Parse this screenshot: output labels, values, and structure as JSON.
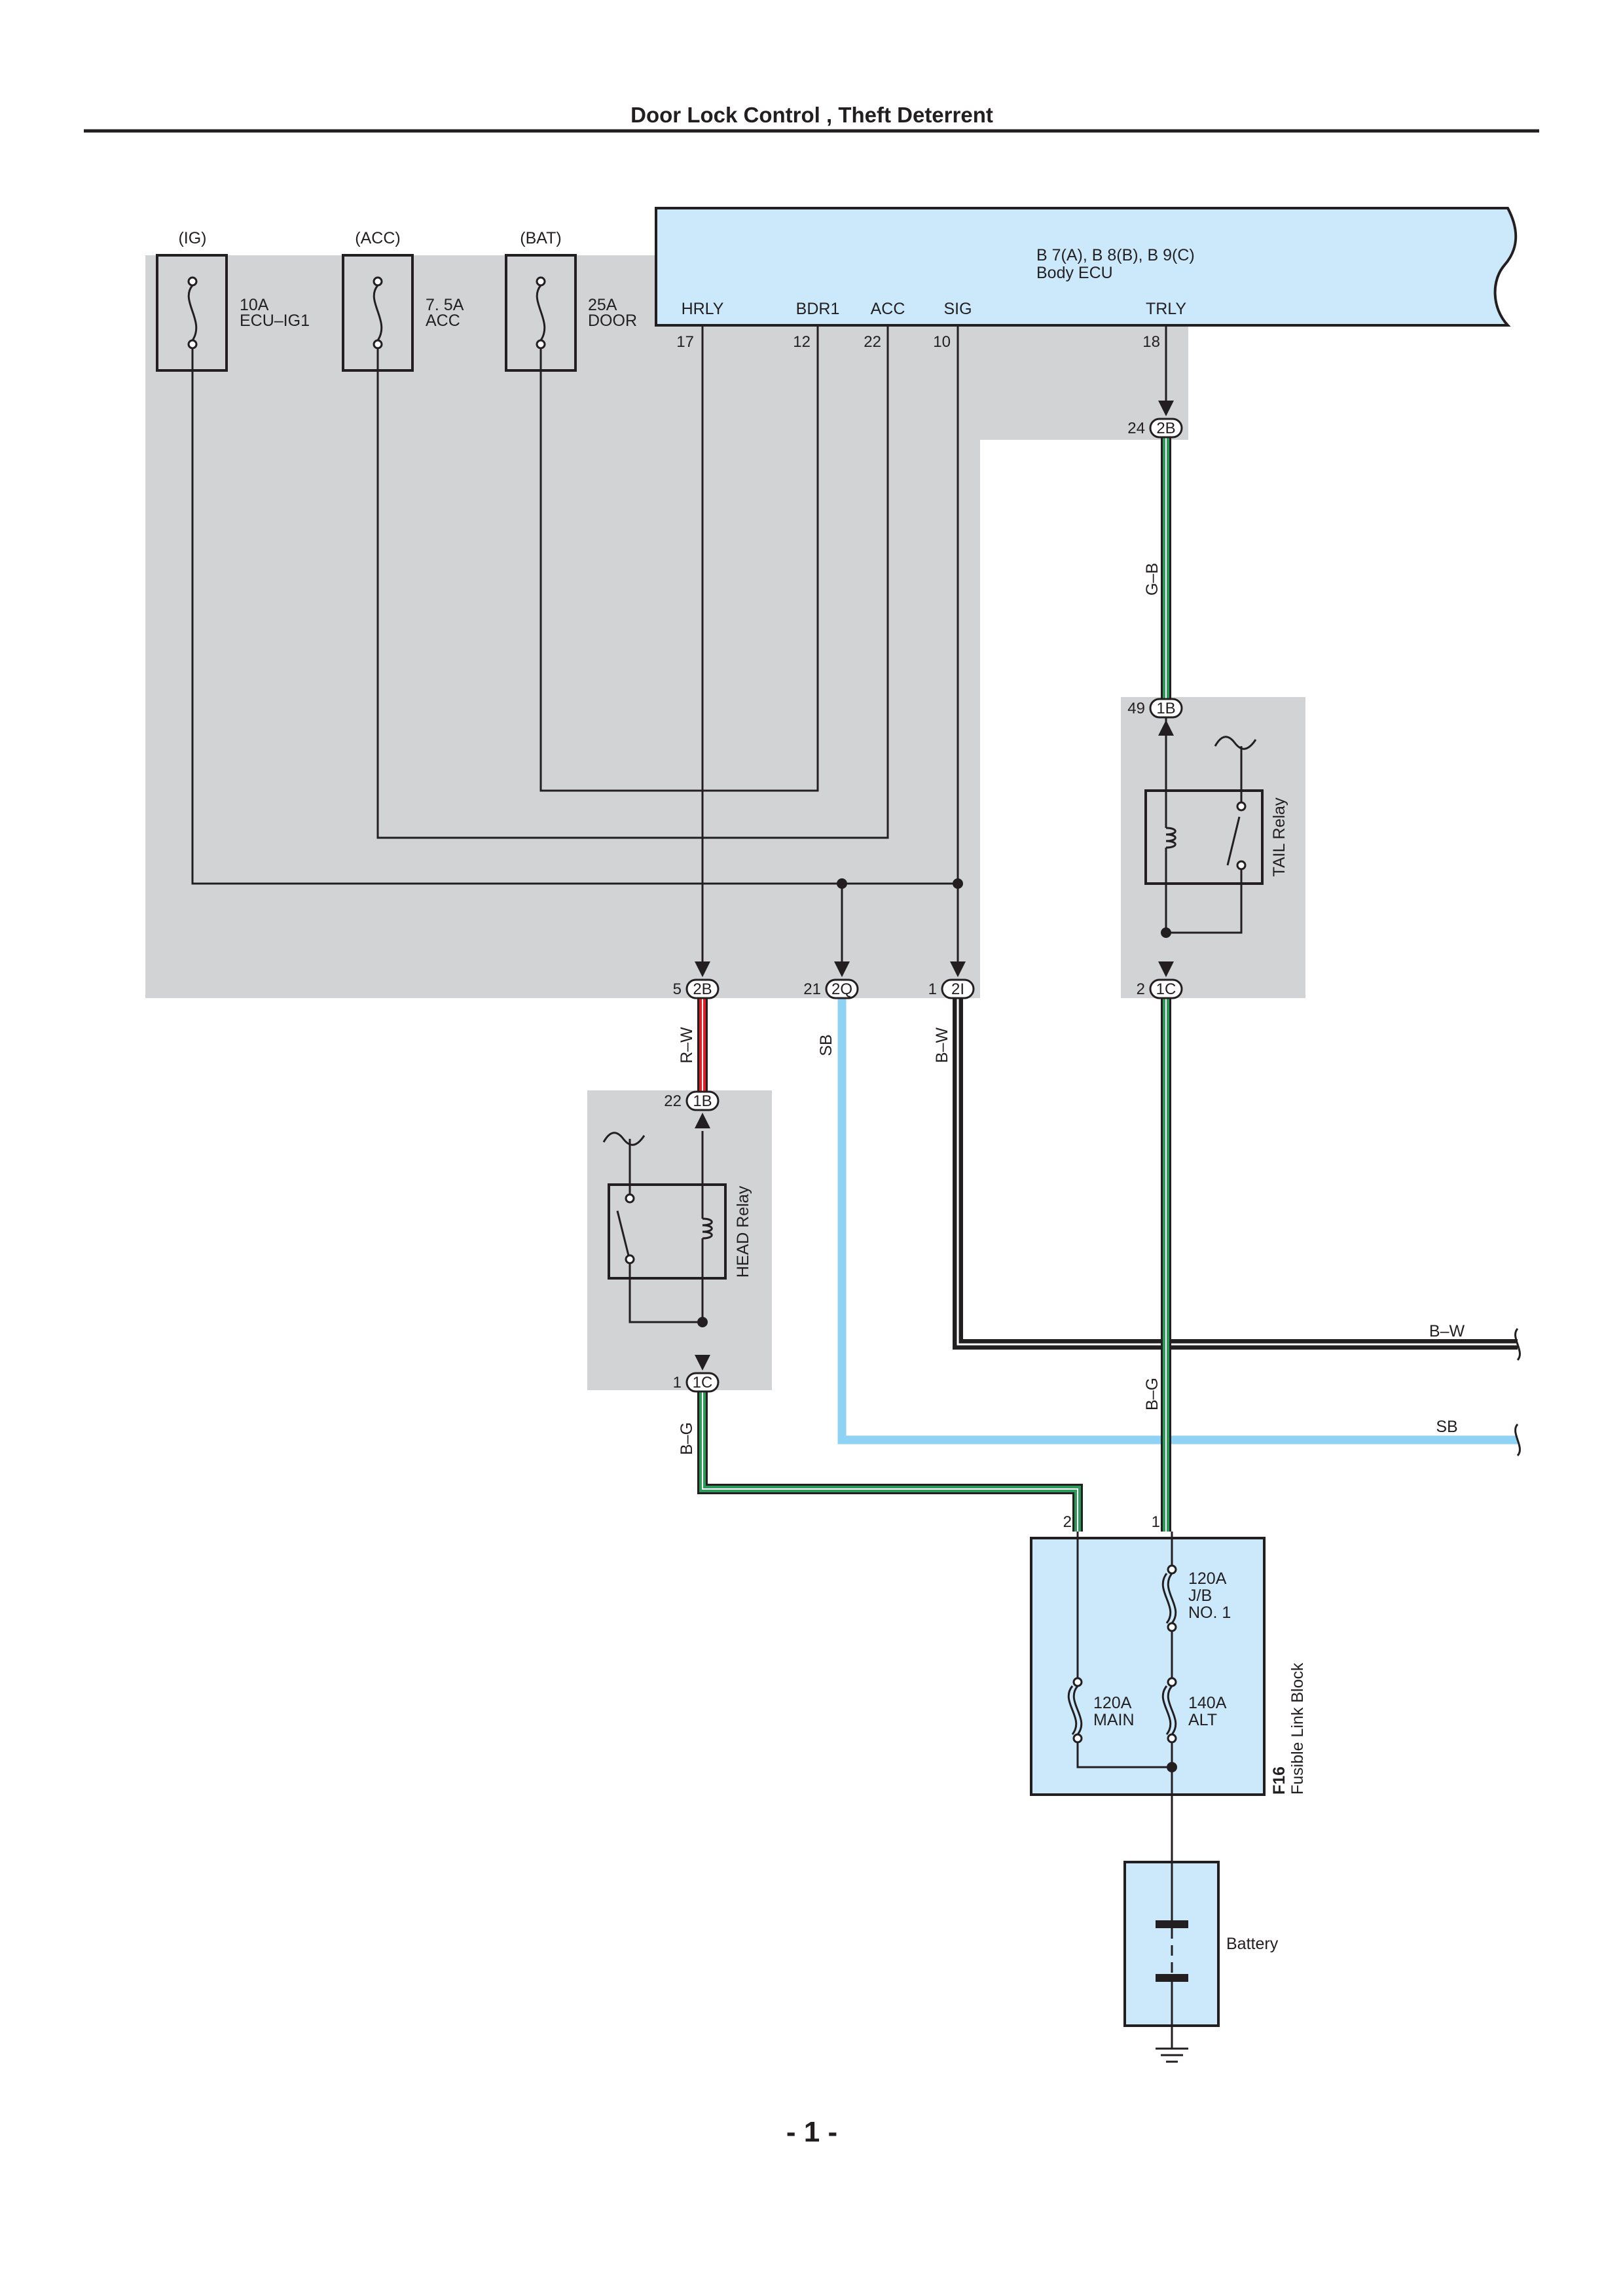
{
  "title": "Door Lock Control , Theft Deterrent",
  "page_number": "- 1 -",
  "body_ecu": {
    "name": "B 7(A), B 8(B), B 9(C)",
    "subtitle": "Body ECU",
    "pins": [
      {
        "label": "HRLY",
        "number": "17"
      },
      {
        "label": "BDR1",
        "number": "12"
      },
      {
        "label": "ACC",
        "number": "22"
      },
      {
        "label": "SIG",
        "number": "10"
      },
      {
        "label": "TRLY",
        "number": "18"
      }
    ]
  },
  "fuses": [
    {
      "supply": "(IG)",
      "rating": "10A",
      "name": "ECU–IG1"
    },
    {
      "supply": "(ACC)",
      "rating": "7. 5A",
      "name": "ACC"
    },
    {
      "supply": "(BAT)",
      "rating": "25A",
      "name": "DOOR"
    }
  ],
  "connectors": [
    {
      "pin": "24",
      "code": "2B"
    },
    {
      "pin": "49",
      "code": "1B"
    },
    {
      "pin": "5",
      "code": "2B"
    },
    {
      "pin": "21",
      "code": "2Q"
    },
    {
      "pin": "1",
      "code": "2I"
    },
    {
      "pin": "2",
      "code": "1C"
    },
    {
      "pin": "22",
      "code": "1B"
    },
    {
      "pin": "1",
      "code": "1C"
    }
  ],
  "wires": [
    {
      "code": "G–B",
      "color": "#2e9a5a"
    },
    {
      "code": "R–W",
      "color": "#e31e24"
    },
    {
      "code": "SB",
      "color": "#8fd3f4"
    },
    {
      "code": "B–W",
      "color": "#231f20"
    },
    {
      "code": "B–G",
      "color": "#2e9a5a"
    },
    {
      "code": "B–G",
      "color": "#2e9a5a"
    }
  ],
  "continuations": [
    "B–W",
    "SB"
  ],
  "relays": {
    "head": "HEAD Relay",
    "tail": "TAIL Relay"
  },
  "fusible_link_block": {
    "id": "F16",
    "name": "Fusible Link Block",
    "inputs": [
      "2",
      "1"
    ],
    "links": [
      {
        "rating": "120A",
        "name": "J/B",
        "name2": "NO. 1"
      },
      {
        "rating": "120A",
        "name": "MAIN"
      },
      {
        "rating": "140A",
        "name": "ALT"
      }
    ]
  },
  "battery": {
    "label": "Battery"
  },
  "colors": {
    "ecu_fill": "#cbe9fa",
    "shade": "#d1d3d4",
    "green": "#2e9a5a",
    "red": "#e31e24",
    "sky_blue": "#8fd3f4",
    "ink": "#231f20"
  }
}
